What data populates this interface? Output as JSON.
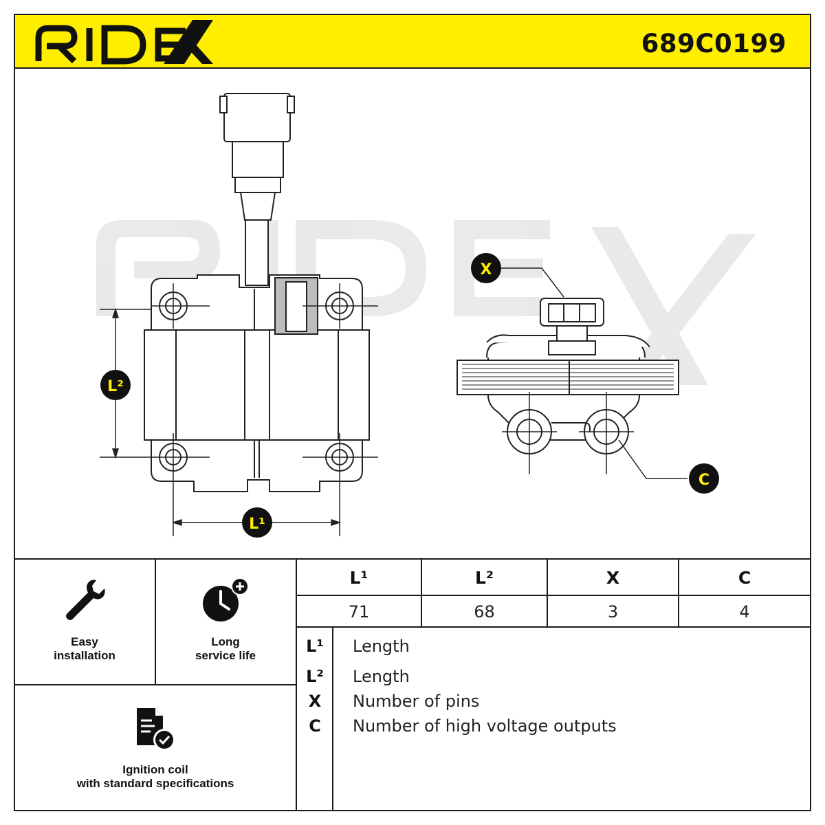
{
  "header": {
    "brand": "RIDEX",
    "part_number": "689C0199",
    "brand_color": "#ffee00"
  },
  "watermark": "RIDEX",
  "diagram": {
    "labels": {
      "l1": "L¹",
      "l2": "L²",
      "x": "X",
      "c": "C"
    }
  },
  "features": [
    {
      "icon": "wrench-icon",
      "label_line1": "Easy",
      "label_line2": "installation"
    },
    {
      "icon": "clock-plus-icon",
      "label_line1": "Long",
      "label_line2": "service life"
    },
    {
      "icon": "document-check-icon",
      "label_line1": "Ignition coil",
      "label_line2": "with standard specifications"
    }
  ],
  "spec_table": {
    "headers": [
      "L¹",
      "L²",
      "X",
      "C"
    ],
    "values": [
      "71",
      "68",
      "3",
      "4"
    ]
  },
  "legend": [
    {
      "symbol": "L¹",
      "text": "Length"
    },
    {
      "symbol": "L²",
      "text": "Length"
    },
    {
      "symbol": "X",
      "text": "Number of pins"
    },
    {
      "symbol": "C",
      "text": "Number of high voltage outputs"
    }
  ]
}
